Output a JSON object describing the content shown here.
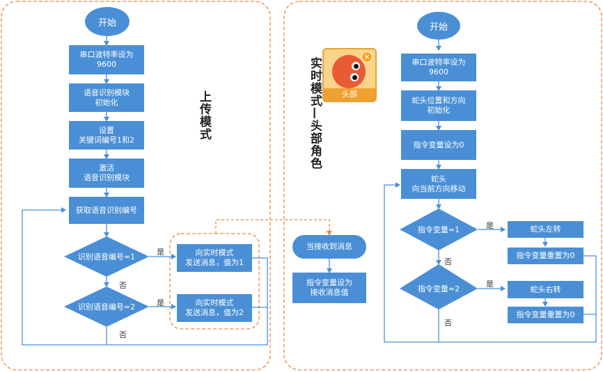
{
  "left": {
    "title": "上传模式",
    "start": "开始",
    "steps": [
      "串口波特率设为\n9600",
      "语音识别模块\n初始化",
      "设置\n关键词编号1和2",
      "激活\n语音识别模块",
      "获取语音识别编号"
    ],
    "decision1": "识别语音编号=1",
    "decision2": "识别语音编号=2",
    "action1": "向实时模式\n发送消息，值为1",
    "action2": "向实时模式\n发送消息，值为2",
    "yes": "是",
    "no": "否"
  },
  "middle": {
    "title": "实时模式—头部角色",
    "sprite_label": "头部",
    "event": "当接收到消息",
    "assign": "指令变量设为\n接收消息值"
  },
  "right": {
    "start": "开始",
    "steps": [
      "串口波特率设为\n9600",
      "蛇头位置和方向\n初始化",
      "指令变量设为0",
      "蛇头\n向当前方向移动"
    ],
    "decision1": "指令变量=1",
    "decision2": "指令变量=2",
    "turn_left": "蛇头左转",
    "turn_right": "蛇头右转",
    "reset1": "指令变量重置为0",
    "reset2": "指令变量重置为0",
    "yes": "是",
    "no": "否"
  },
  "colors": {
    "box": "#4a8fd6",
    "line": "#4a8fd6",
    "frame": "#e8894a",
    "link": "#e8894a"
  }
}
